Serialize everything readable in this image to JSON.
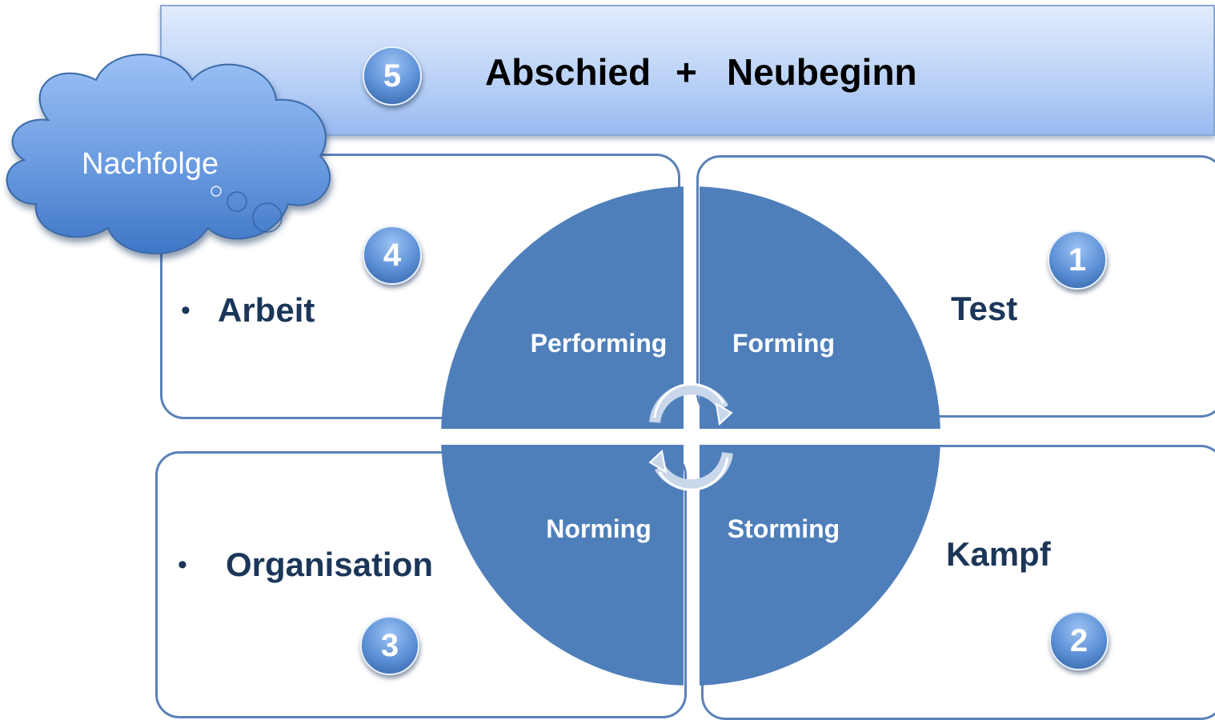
{
  "banner": {
    "badge": "5",
    "left_text": "Abschied",
    "plus": "+",
    "right_text": "Neubeginn"
  },
  "cloud": {
    "label": "Nachfolge"
  },
  "quadrants": {
    "top_left": {
      "badge": "4",
      "bullet": "•",
      "label": "Arbeit"
    },
    "top_right": {
      "badge": "1",
      "label": "Test"
    },
    "bottom_left": {
      "badge": "3",
      "bullet": "•",
      "label": "Organisation"
    },
    "bottom_right": {
      "badge": "2",
      "label": "Kampf"
    }
  },
  "wheel": {
    "performing": "Performing",
    "forming": "Forming",
    "norming": "Norming",
    "storming": "Storming"
  },
  "colors": {
    "wheel_fill": "#4f7fba",
    "box_border": "#5a82b8",
    "label_text": "#1b3659",
    "cloud_fill": "#5a8fd8"
  },
  "icons": {
    "cycle": "circular-arrows-icon"
  }
}
